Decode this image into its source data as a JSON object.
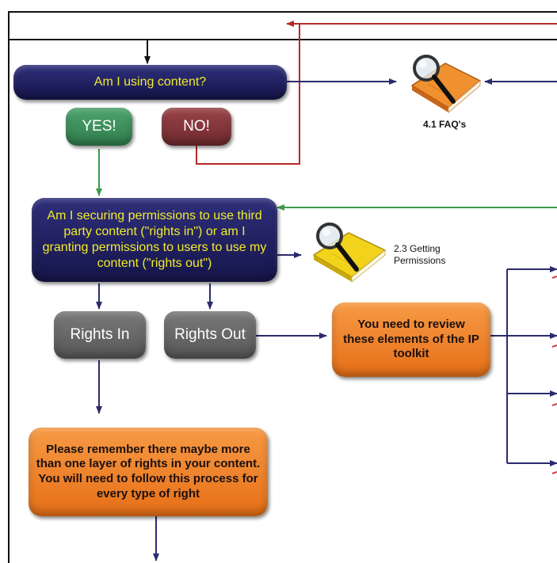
{
  "nodes": {
    "using_content": "Am I using content?",
    "yes": "YES!",
    "no": "NO!",
    "securing_question": "Am I securing permissions to use third party content (\"rights in\") or am I granting permissions to users to use my content (\"rights out\")",
    "rights_in": "Rights In",
    "rights_out": "Rights Out",
    "review_elements": "You need to review these elements of the IP toolkit",
    "remember_layers": "Please remember there maybe more than one layer of rights in your content. You will need to follow this process for every type of right"
  },
  "resources": {
    "faq": "4.1 FAQ's",
    "getting_permissions_line1": "2.3 Getting",
    "getting_permissions_line2": "Permissions"
  },
  "colors": {
    "navy": "#1f1f5e",
    "arrow_navy": "#2b2b6e",
    "yes_green": "#3f8f5a",
    "no_red": "#7a3035",
    "grey": "#5f5f5f",
    "orange": "#f08428",
    "question_text": "#f3ec2a",
    "red_line": "#b52a2a",
    "green_line": "#3c9a4a",
    "book_orange": "#f0902f",
    "book_yellow": "#f2d21a"
  },
  "icons": [
    "faq-book-magnifier-icon",
    "permissions-book-magnifier-icon"
  ]
}
